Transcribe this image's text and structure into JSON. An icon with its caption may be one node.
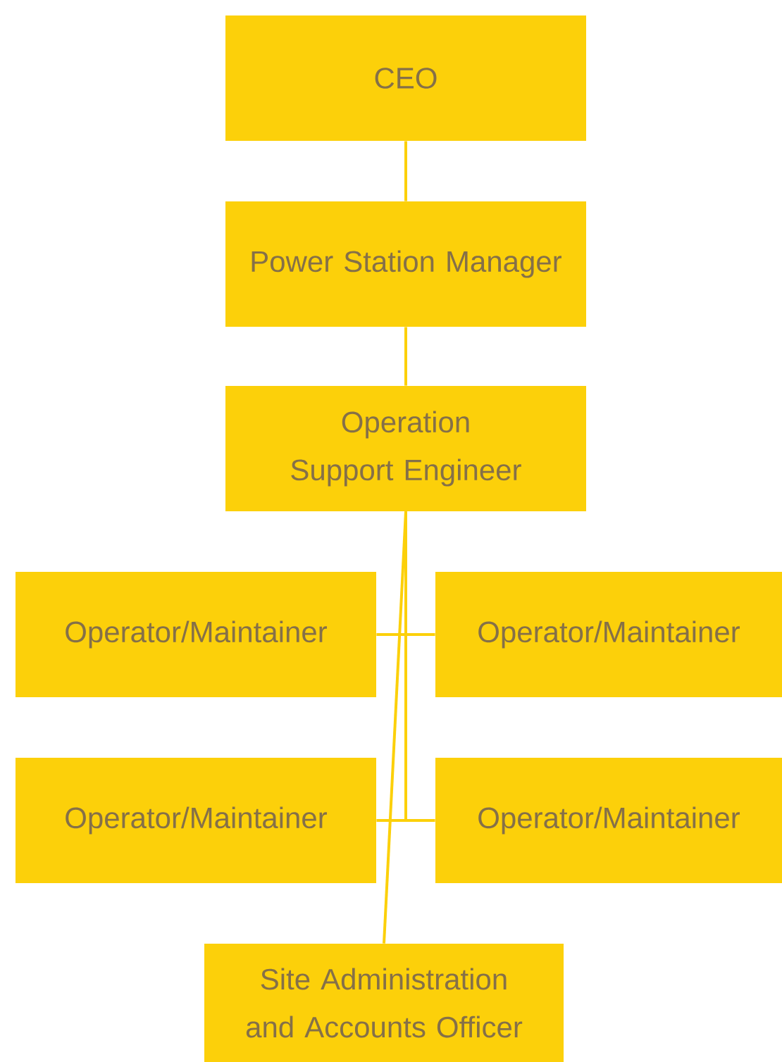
{
  "diagram": {
    "nodes": [
      {
        "text": [
          "CEO"
        ]
      },
      {
        "text": [
          "Power Station Manager"
        ]
      },
      {
        "text": [
          "Operation Support Engineer"
        ]
      },
      {
        "text": [
          "Operator/Maintainer"
        ]
      },
      {
        "text": [
          "Operator/Maintainer"
        ]
      },
      {
        "text": [
          "Operator/Maintainer"
        ]
      },
      {
        "text": [
          "Operator/Maintainer"
        ]
      },
      {
        "text": [
          "Site Administration and Accounts Officer"
        ]
      }
    ],
    "edges": [
      {
        "from": 0,
        "to": 1,
        "arrow": "none"
      },
      {
        "from": 1,
        "to": 2,
        "arrow": "none"
      },
      {
        "from": 2,
        "to": 3,
        "arrow": "none"
      },
      {
        "from": 2,
        "to": 4,
        "arrow": "none"
      },
      {
        "from": 2,
        "to": 5,
        "arrow": "none"
      },
      {
        "from": 2,
        "to": 6,
        "arrow": "none"
      },
      {
        "from": 2,
        "to": 7,
        "arrow": "none"
      }
    ]
  }
}
